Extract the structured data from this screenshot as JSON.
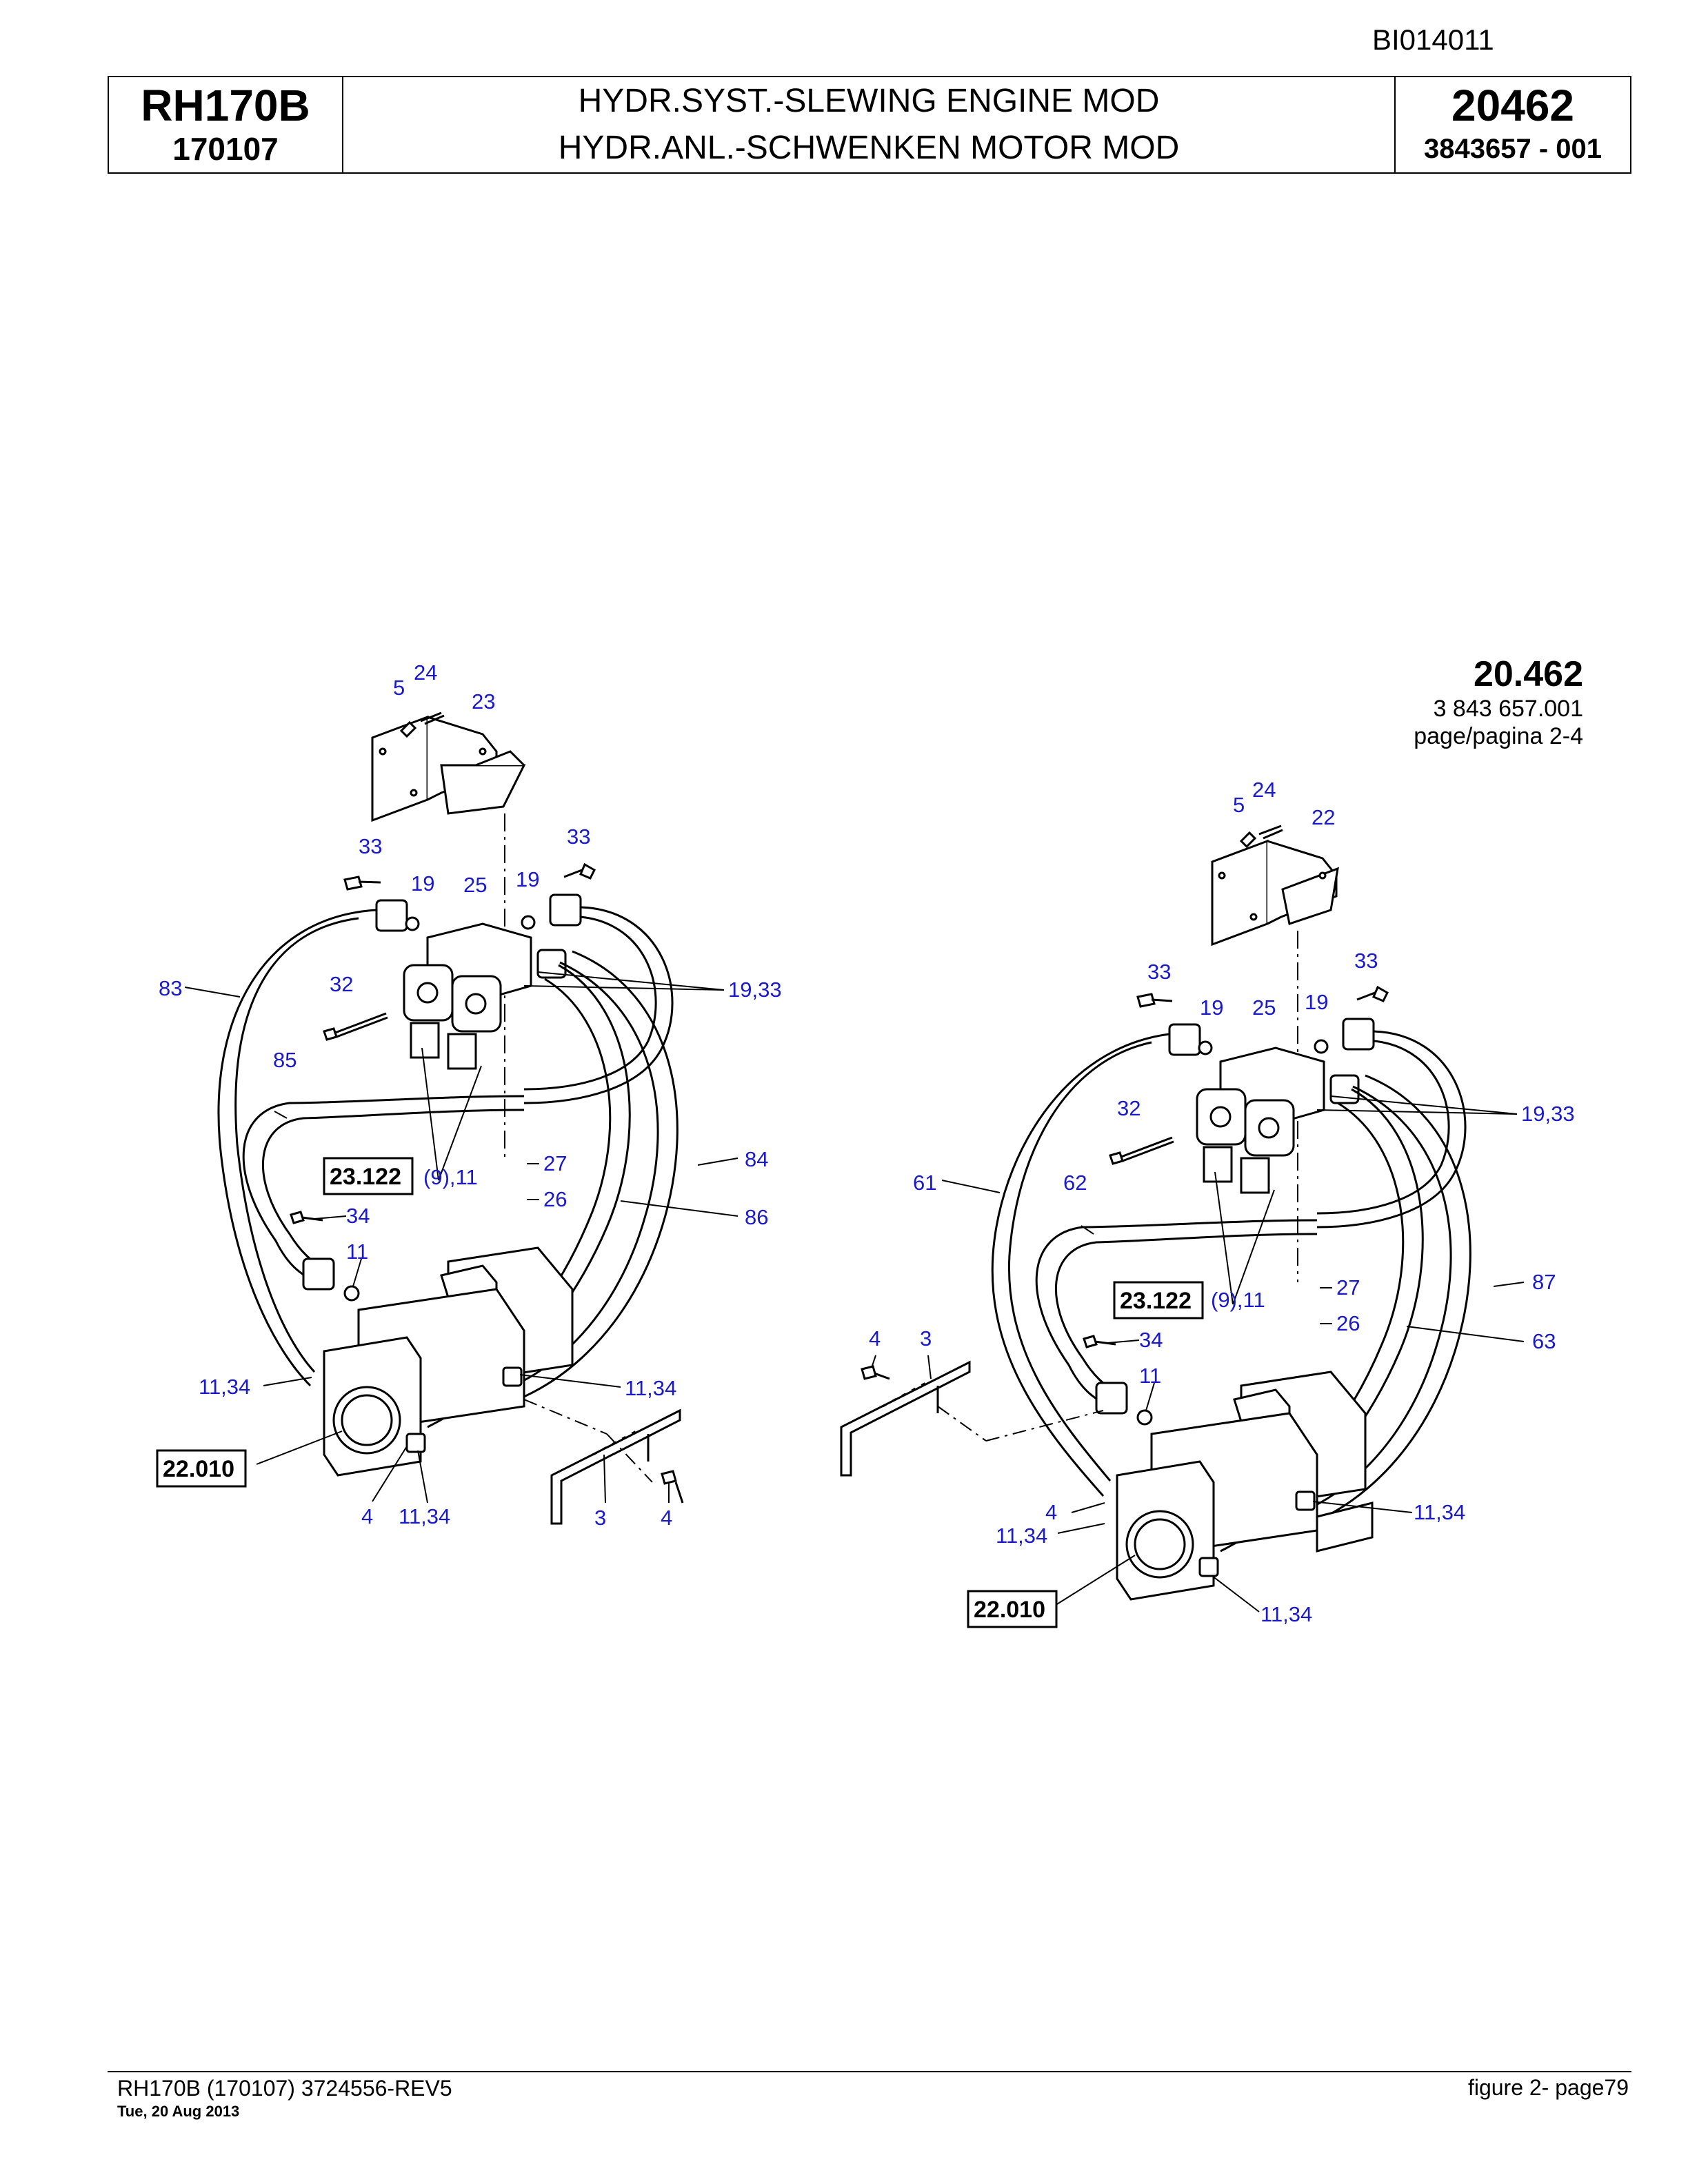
{
  "doc_id": "BI014011",
  "header": {
    "model": "RH170B",
    "serial": "170107",
    "title_en": "HYDR.SYST.-SLEWING ENGINE MOD",
    "title_de": "HYDR.ANL.-SCHWENKEN MOTOR MOD",
    "group_no": "20462",
    "part_ref": "3843657 - 001"
  },
  "figure_ref": {
    "main": "20.462",
    "number": "3 843 657.001",
    "page": "page/pagina 2-4"
  },
  "diagram": {
    "left": {
      "labels": {
        "l24": "24",
        "l5": "5",
        "l23": "23",
        "l33a": "33",
        "l33b": "33",
        "l19a": "19",
        "l25": "25",
        "l19b": "19",
        "l83": "83",
        "l32": "32",
        "l1933": "19,33",
        "l85": "85",
        "l84": "84",
        "l27": "27",
        "l911": "(9),11",
        "l26": "26",
        "l86": "86",
        "l34": "34",
        "l11": "11",
        "l1134a": "11,34",
        "l1134b": "11,34",
        "l4a": "4",
        "l1134c": "11,34",
        "l3": "3",
        "l4b": "4"
      },
      "boxes": {
        "b23122": "23.122",
        "b22010": "22.010"
      }
    },
    "right": {
      "labels": {
        "l24": "24",
        "l5": "5",
        "l22": "22",
        "l33a": "33",
        "l33b": "33",
        "l19a": "19",
        "l25": "25",
        "l19b": "19",
        "l32": "32",
        "l1933": "19,33",
        "l61": "61",
        "l62": "62",
        "l87": "87",
        "l27": "27",
        "l911": "(9),11",
        "l26": "26",
        "l63": "63",
        "l4a": "4",
        "l3": "3",
        "l34": "34",
        "l11": "11",
        "l4b": "4",
        "l1134a": "11,34",
        "l1134b": "11,34",
        "l1134c": "11,34"
      },
      "boxes": {
        "b23122": "23.122",
        "b22010": "22.010"
      }
    }
  },
  "footer": {
    "left": "RH170B (170107) 3724556-REV5",
    "date": "Tue, 20 Aug 2013",
    "right": "figure  2- page79"
  }
}
